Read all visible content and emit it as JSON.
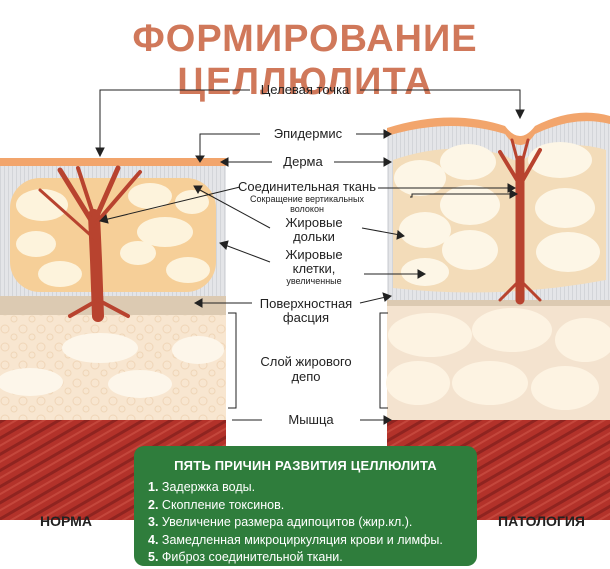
{
  "title": "ФОРМИРОВАНИЕ ЦЕЛЛЮЛИТА",
  "labels": {
    "target_point": "Целевая точка",
    "epidermis": "Эпидермис",
    "dermis": "Дерма",
    "connective_tissue": "Соединительная ткань",
    "vertical_fibers_1": "Сокращение вертикальных",
    "vertical_fibers_2": "волокон",
    "fat_lobules_1": "Жировые",
    "fat_lobules_2": "дольки",
    "fat_cells_1": "Жировые",
    "fat_cells_2": "клетки,",
    "fat_cells_3": "увеличенные",
    "fascia_1": "Поверхностная",
    "fascia_2": "фасция",
    "depot_1": "Слой жирового",
    "depot_2": "депо",
    "muscle": "Мышца"
  },
  "sides": {
    "left": "НОРМА",
    "right": "ПАТОЛОГИЯ"
  },
  "causes": {
    "title": "ПЯТЬ ПРИЧИН РАЗВИТИЯ ЦЕЛЛЮЛИТА",
    "items": [
      {
        "num": "1.",
        "text": "Задержка воды."
      },
      {
        "num": "2.",
        "text": "Скопление токсинов."
      },
      {
        "num": "3.",
        "text": "Увеличение размера адипоцитов (жир.кл.)."
      },
      {
        "num": "4.",
        "text": "Замедленная микроциркуляция крови и лимфы."
      },
      {
        "num": "5.",
        "text": "Фиброз соединительной ткани."
      }
    ]
  },
  "colors": {
    "title": "#d0785a",
    "epidermis": "#f2a56c",
    "dermis": "#e2e3e5",
    "fat": "#fdf3dc",
    "fat_bg": "#f6cf98",
    "fascia": "#dccab2",
    "depot": "#f7e3cc",
    "muscle": "#b3322a",
    "fibers": "#b8432f",
    "box": "#2f7d3c"
  }
}
